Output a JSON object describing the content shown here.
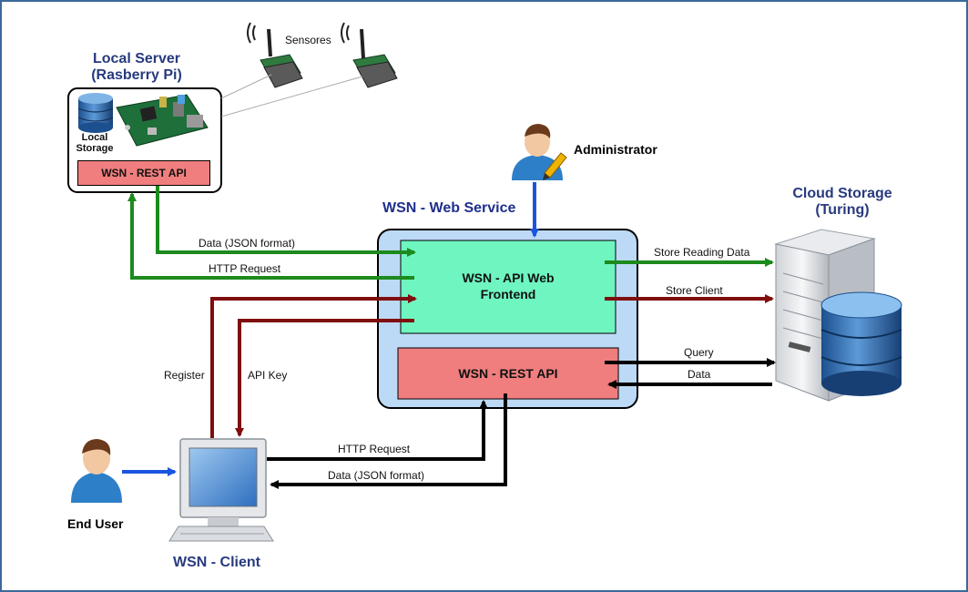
{
  "nodes": {
    "local_server": {
      "title_line1": "Local Server",
      "title_line2": "(Rasberry Pi)",
      "storage_label_line1": "Local",
      "storage_label_line2": "Storage",
      "rest_api": "WSN - REST API"
    },
    "sensors": {
      "label": "Sensores"
    },
    "administrator": {
      "label": "Administrator"
    },
    "web_service": {
      "title": "WSN - Web Service",
      "frontend_line1": "WSN - API Web",
      "frontend_line2": "Frontend",
      "rest_api": "WSN - REST API"
    },
    "cloud_storage": {
      "title_line1": "Cloud Storage",
      "title_line2": "(Turing)"
    },
    "end_user": {
      "label": "End User"
    },
    "client": {
      "title": "WSN - Client"
    }
  },
  "edges": {
    "data_json_top": "Data (JSON format)",
    "http_request_top": "HTTP Request",
    "store_reading_data": "Store Reading Data",
    "store_client": "Store Client",
    "query": "Query",
    "data": "Data",
    "register": "Register",
    "api_key": "API Key",
    "http_request_bottom": "HTTP Request",
    "data_json_bottom": "Data (JSON format)"
  },
  "colors": {
    "frame_border": "#3b6a9a",
    "green_arrow": "#1c8a1c",
    "red_arrow": "#7f0e0e",
    "black_arrow": "#000000",
    "blue_arrow": "#1a55e0",
    "web_service_bg": "#bcd9f5",
    "frontend_bg": "#6ef5c0",
    "rest_api_bg": "#f07e7e",
    "title_navy": "#283a7e"
  }
}
